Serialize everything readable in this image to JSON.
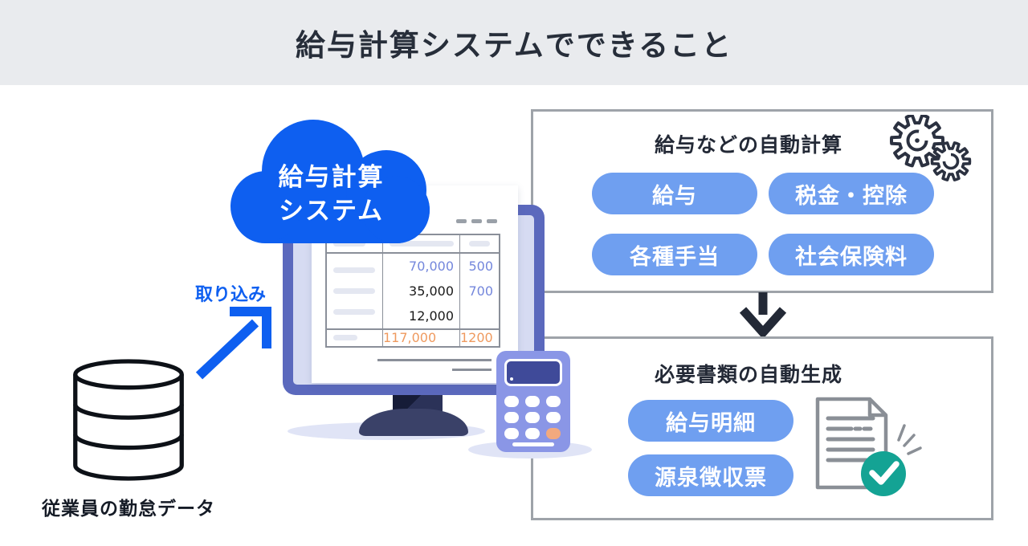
{
  "header": {
    "title": "給与計算システムでできること"
  },
  "source": {
    "database_label": "従業員の勤怠データ",
    "import_label": "取り込み"
  },
  "cloud": {
    "line1": "給与計算",
    "line2": "システム"
  },
  "monitor": {
    "table": {
      "amounts": [
        "70,000",
        "35,000",
        "12,000"
      ],
      "units": [
        "500",
        "700",
        ""
      ],
      "total_amount": "117,000",
      "total_unit": "1200"
    }
  },
  "auto_calc_box": {
    "title": "給与などの自動計算",
    "pills": [
      "給与",
      "税金・控除",
      "各種手当",
      "社会保険料"
    ]
  },
  "documents_box": {
    "title": "必要書類の自動生成",
    "pills": [
      "給与明細",
      "源泉徴収票"
    ]
  },
  "icons": {
    "gears": "gears-icon",
    "document_check": "document-check-icon",
    "database": "database-cylinder-icon",
    "cloud": "cloud-icon",
    "down_arrow": "down-arrow-icon",
    "import_arrow": "up-right-arrow-icon"
  },
  "colors": {
    "primary_blue": "#0E5FF0",
    "pill_blue": "#6F9FF0",
    "dark_navy_text": "#252B36",
    "box_border_gray": "#9EA3A9",
    "monitor_frame": "#5B69BD",
    "calculator_body": "#8A96E6",
    "accent_orange": "#EF9A5F",
    "check_teal": "#14A394",
    "header_bg": "#E9EBEE"
  }
}
